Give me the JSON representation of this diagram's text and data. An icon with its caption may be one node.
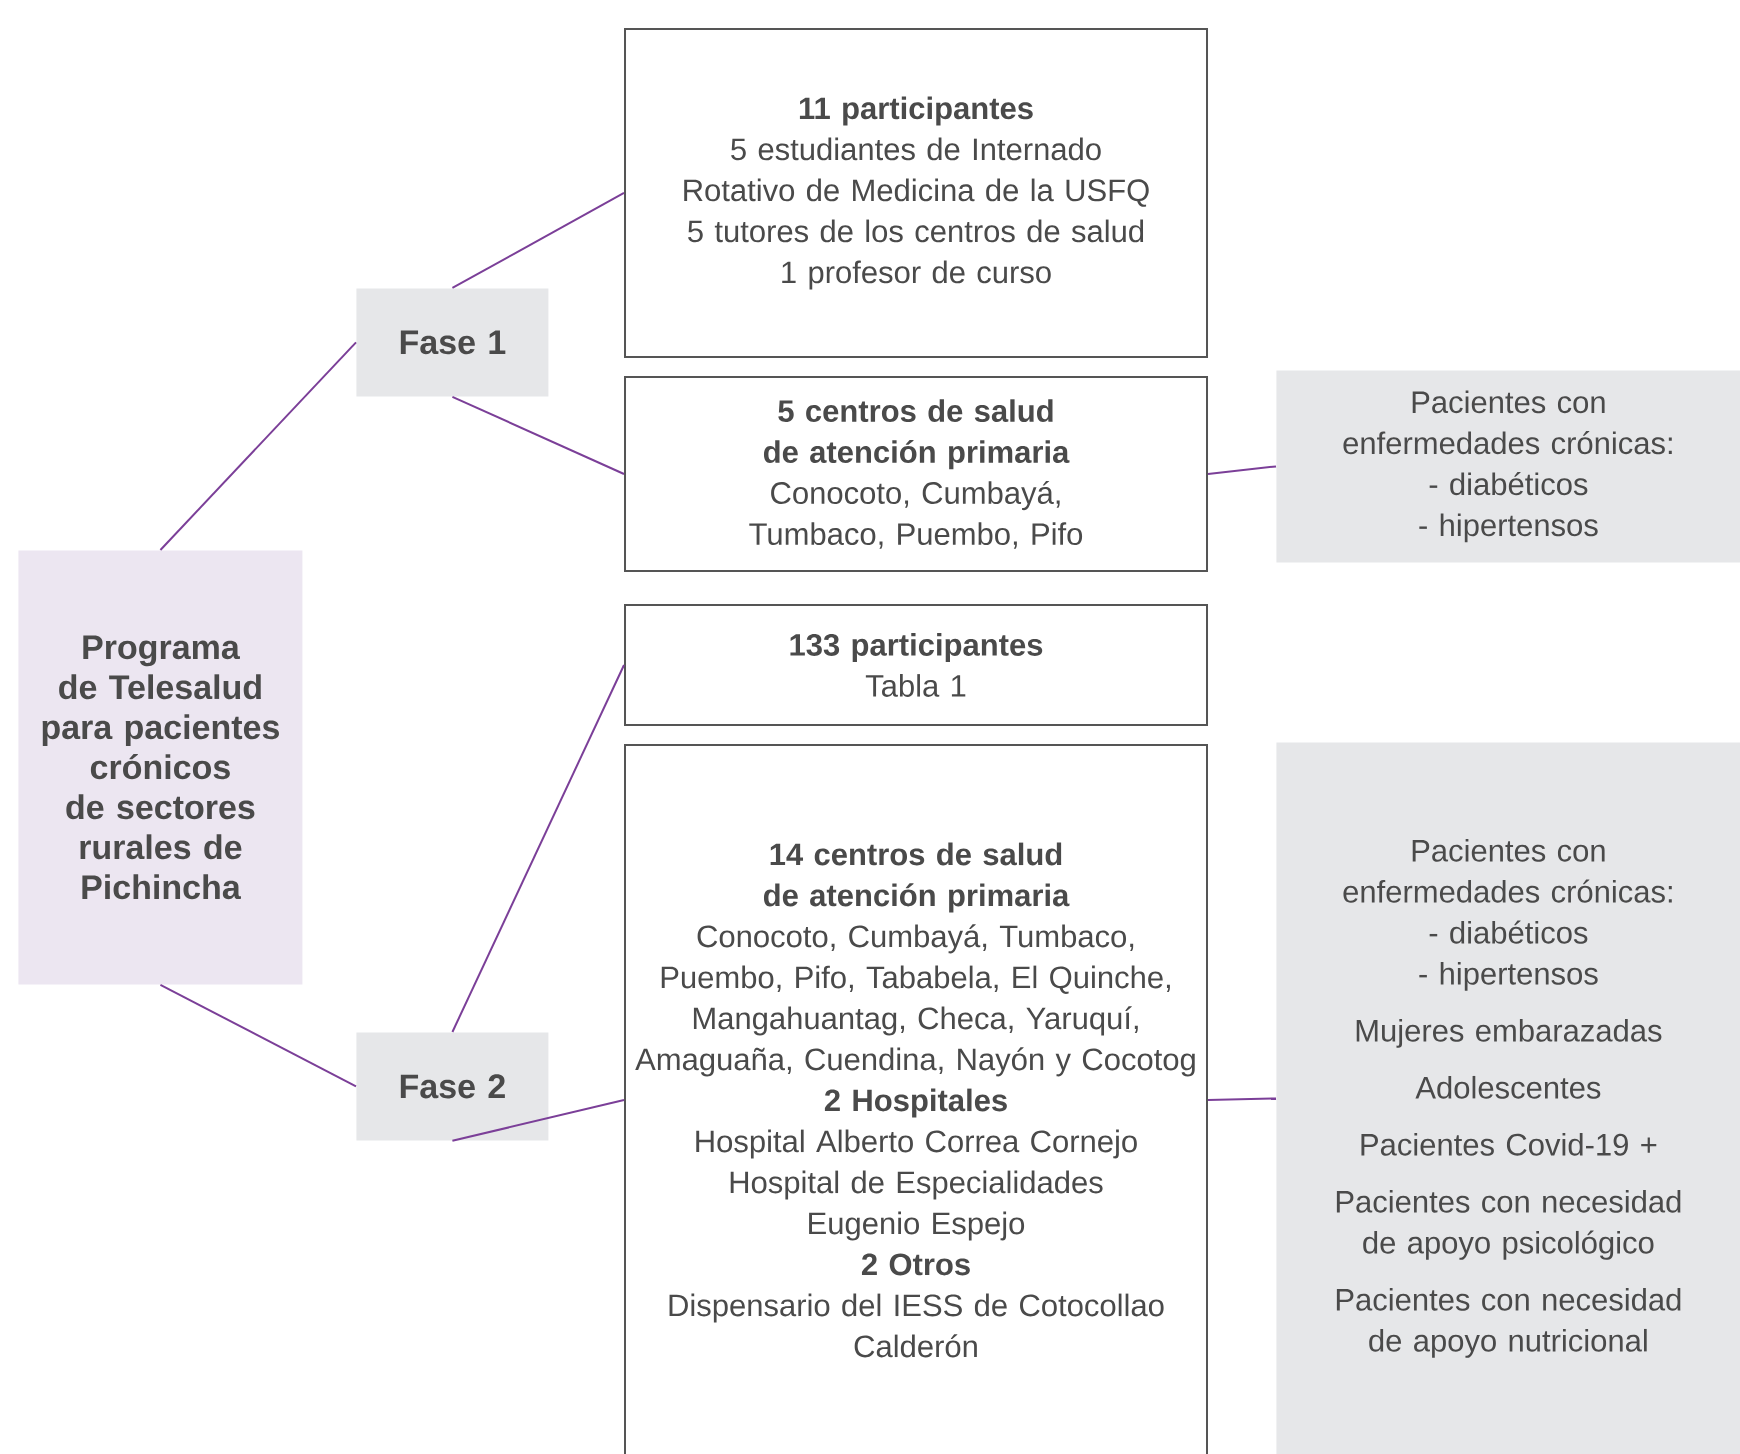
{
  "diagram": {
    "nodes": [
      {
        "text": [
          "Programa de Telesalud para pacientes crónicos de sectores rurales de Pichincha"
        ]
      },
      {
        "text": [
          "Fase 1"
        ]
      },
      {
        "text": [
          "11 participantes",
          "5 estudiantes de Internado Rotativo de Medicina de la USFQ",
          "5 tutores de los centros de salud",
          "1 profesor de curso"
        ]
      },
      {
        "text": [
          "5 centros de salud de atención primaria",
          "Conocoto, Cumbayá, Tumbaco, Puembo, Pifo"
        ]
      },
      {
        "text": [
          "Pacientes con enfermedades crónicas:",
          "- diabéticos",
          "- hipertensos"
        ]
      },
      {
        "text": [
          "Fase 2"
        ]
      },
      {
        "text": [
          "133 participantes",
          "Tabla 1"
        ]
      },
      {
        "text": [
          "14 centros de salud de atención primaria",
          "Conocoto, Cumbayá, Tumbaco, Puembo, Pifo, Tababela, El Quinche, Mangahuantag, Checa, Yaruquí, Amaguaña, Cuendina, Nayón y Cocotog",
          "2 Hospitales",
          "Hospital Alberto Correa Cornejo",
          "Hospital de Especialidades Eugenio Espejo",
          "2 Otros",
          "Dispensario del IESS de Cotocollao",
          "Calderón"
        ]
      },
      {
        "text": [
          "Pacientes con enfermedades crónicas:",
          "- diabéticos",
          "- hipertensos",
          "Mujeres embarazadas",
          "Adolescentes",
          "Pacientes Covid-19 +",
          "Pacientes con necesidad de apoyo psicológico",
          "Pacientes con necesidad de apoyo nutricional"
        ]
      }
    ],
    "edges": [
      {
        "from": 0,
        "to": 1,
        "arrow": "none"
      },
      {
        "from": 0,
        "to": 5,
        "arrow": "none"
      },
      {
        "from": 1,
        "to": 2,
        "arrow": "none"
      },
      {
        "from": 1,
        "to": 3,
        "arrow": "none"
      },
      {
        "from": 3,
        "to": 4,
        "arrow": "none"
      },
      {
        "from": 5,
        "to": 6,
        "arrow": "none"
      },
      {
        "from": 5,
        "to": 7,
        "arrow": "none"
      },
      {
        "from": 7,
        "to": 8,
        "arrow": "none"
      }
    ]
  }
}
